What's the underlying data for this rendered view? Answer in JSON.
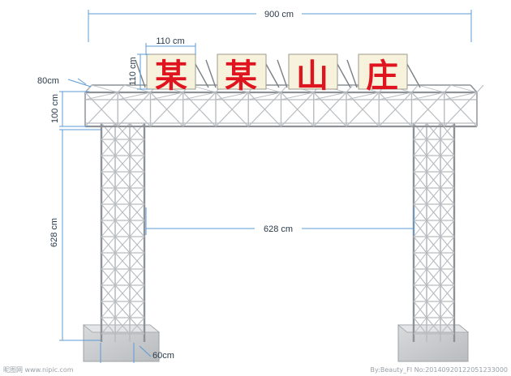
{
  "dimensions": {
    "total_width": "900 cm",
    "sign_width": "110 cm",
    "sign_height": "110 cm",
    "truss_depth": "80cm",
    "truss_height": "100 cm",
    "pillar_height": "628 cm",
    "inner_width": "628 cm",
    "base_size": "60cm"
  },
  "sign": {
    "characters": [
      "某",
      "某",
      "山",
      "庄"
    ]
  },
  "watermark": {
    "left": "昵图网 www.nipic.com",
    "right": "By:Beauty_FI No:20140920122051233000"
  },
  "colors": {
    "dimension_line": "#5b9bd5",
    "steel": "#b8bcc0",
    "steel_dark": "#8e9296",
    "sign_text": "#e0141e",
    "sign_board": "#f6f2dc",
    "base": "#cfd2d4"
  }
}
